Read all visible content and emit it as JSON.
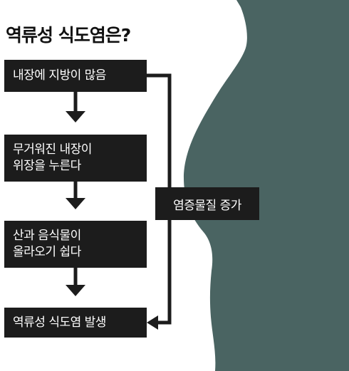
{
  "title": "역류성 식도염은?",
  "steps": [
    {
      "label": "내장에 지방이 많음"
    },
    {
      "label": "무거워진 내장이\n위장을 누른다"
    },
    {
      "label": "산과 음식물이\n올라오기 쉽다"
    },
    {
      "label": "역류성 식도염 발생"
    }
  ],
  "side_label": "염증물질 증가",
  "colors": {
    "box": "#1c1c1c",
    "silhouette": "#4a6462",
    "text": "#111111"
  },
  "icons": [
    "arrow-down-icon",
    "bracket-arrow-icon",
    "body-silhouette"
  ]
}
